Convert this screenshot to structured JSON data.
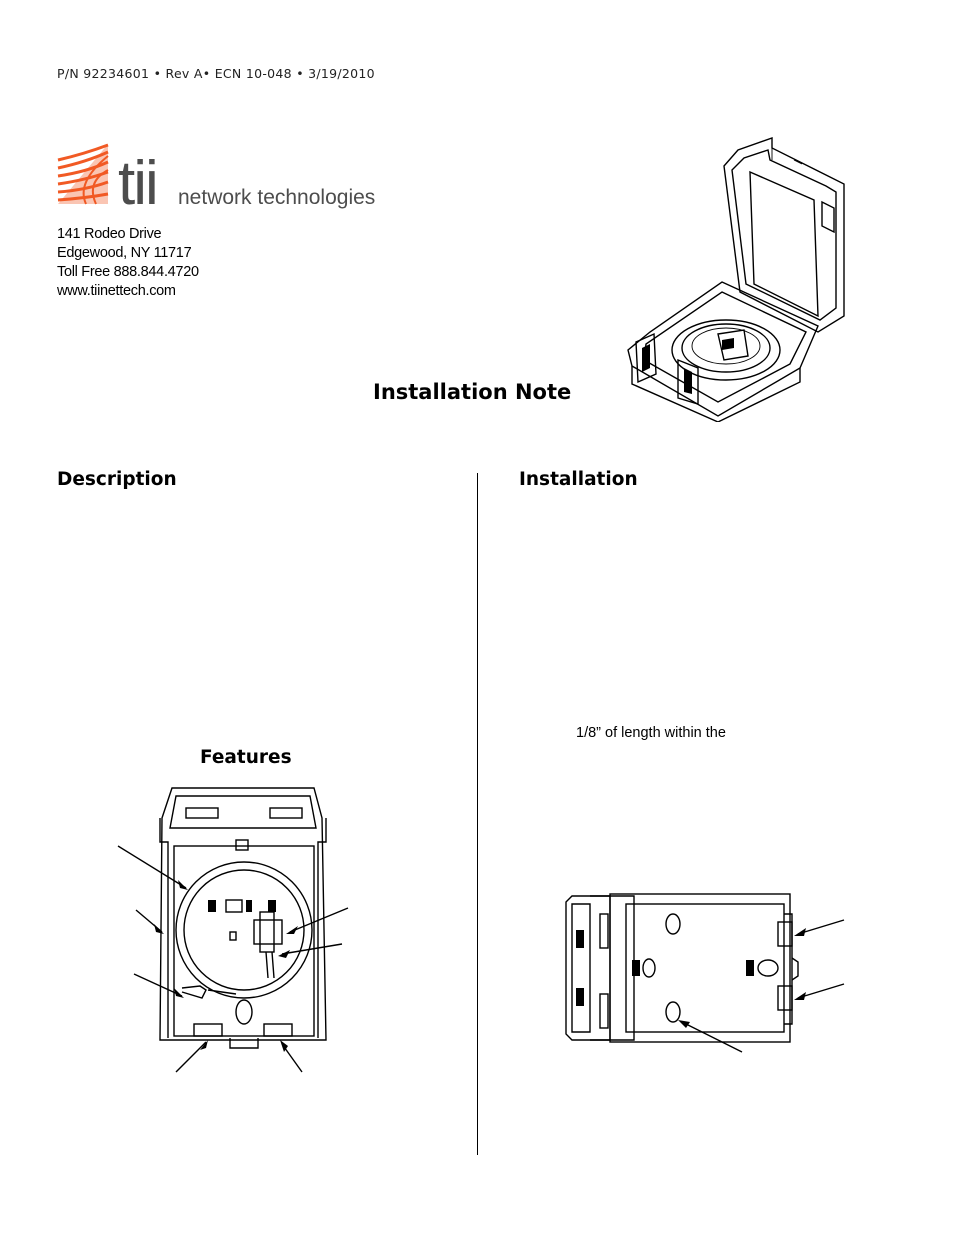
{
  "header": {
    "part_number": "P/N 92234601 • Rev A• ECN 10-048 • 3/19/2010"
  },
  "logo": {
    "brand": "tii",
    "tagline": "network technologies",
    "brand_color": "#f15a24",
    "text_color": "#4d4d4d"
  },
  "address": {
    "street": "141 Rodeo Drive",
    "city": "Edgewood, NY 11717",
    "phone": "Toll Free 888.844.4720",
    "website": "www.tiinettech.com"
  },
  "title": "Installation Note",
  "sections": {
    "description": "Description",
    "installation": "Installation",
    "features": "Features"
  },
  "installation_text": "1/8” of length within the"
}
